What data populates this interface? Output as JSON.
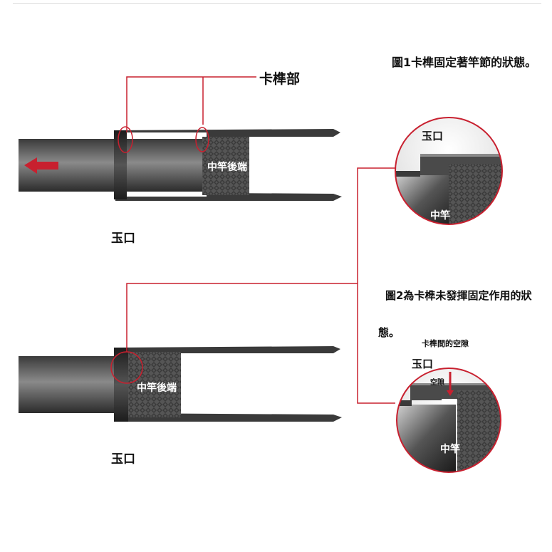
{
  "labels": {
    "card_bar": "卡榫部",
    "jade_mouth_1": "玉口",
    "jade_mouth_2": "玉口",
    "mid_rod_end_1": "中竿後端",
    "mid_rod_end_2": "中竿後端",
    "fig1_caption": "圖1卡榫固定著竿節的狀態。",
    "fig2_caption_line1": "圖2為卡榫未發揮固定作用的狀",
    "fig2_caption_line2": "態。",
    "zoom1_jade": "玉口",
    "zoom1_mid": "中竿",
    "zoom2_jade": "玉口",
    "zoom2_mid": "中竿",
    "zoom2_gap_note": "卡榫間的空隙",
    "zoom2_gap": "空隙"
  },
  "colors": {
    "accent": "#c8202f",
    "rod_dark": "#2a2a2a",
    "rod_mid": "#6a6a6a"
  }
}
